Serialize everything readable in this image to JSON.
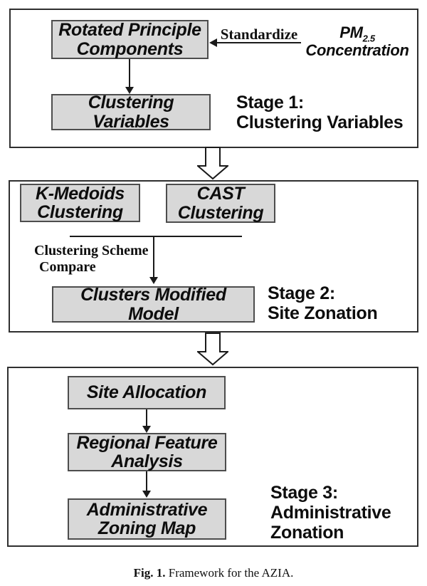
{
  "figure": {
    "caption": {
      "label": "Fig. 1.",
      "text": " Framework for the AZIA."
    }
  },
  "stage1": {
    "label": "Stage 1:\nClustering Variables",
    "boxes": {
      "rotated_principle_components": "Rotated Principle\nComponents",
      "clustering_variables": "Clustering\nVariables"
    },
    "annotations": {
      "standardize": "Standardize",
      "pm_main": "PM",
      "pm_sub": "2.5",
      "pm_line2": "Concentration"
    }
  },
  "stage2": {
    "label": "Stage 2:\nSite Zonation",
    "boxes": {
      "k_medoids": "K-Medoids\nClustering",
      "cast": "CAST\nClustering",
      "clusters_modified": "Clusters Modified\nModel"
    },
    "annotations": {
      "compare_line1": "Clustering Scheme",
      "compare_line2": "Compare"
    }
  },
  "stage3": {
    "label": "Stage 3:\nAdministrative\nZonation",
    "boxes": {
      "site_allocation": "Site Allocation",
      "regional_feature": "Regional Feature\nAnalysis",
      "admin_zoning_map": "Administrative\nZoning Map"
    }
  },
  "colors": {
    "box_fill": "#d8d8d8",
    "box_border": "#4d4d4d",
    "panel_border": "#2f2f2f",
    "text": "#0d0d0d"
  }
}
